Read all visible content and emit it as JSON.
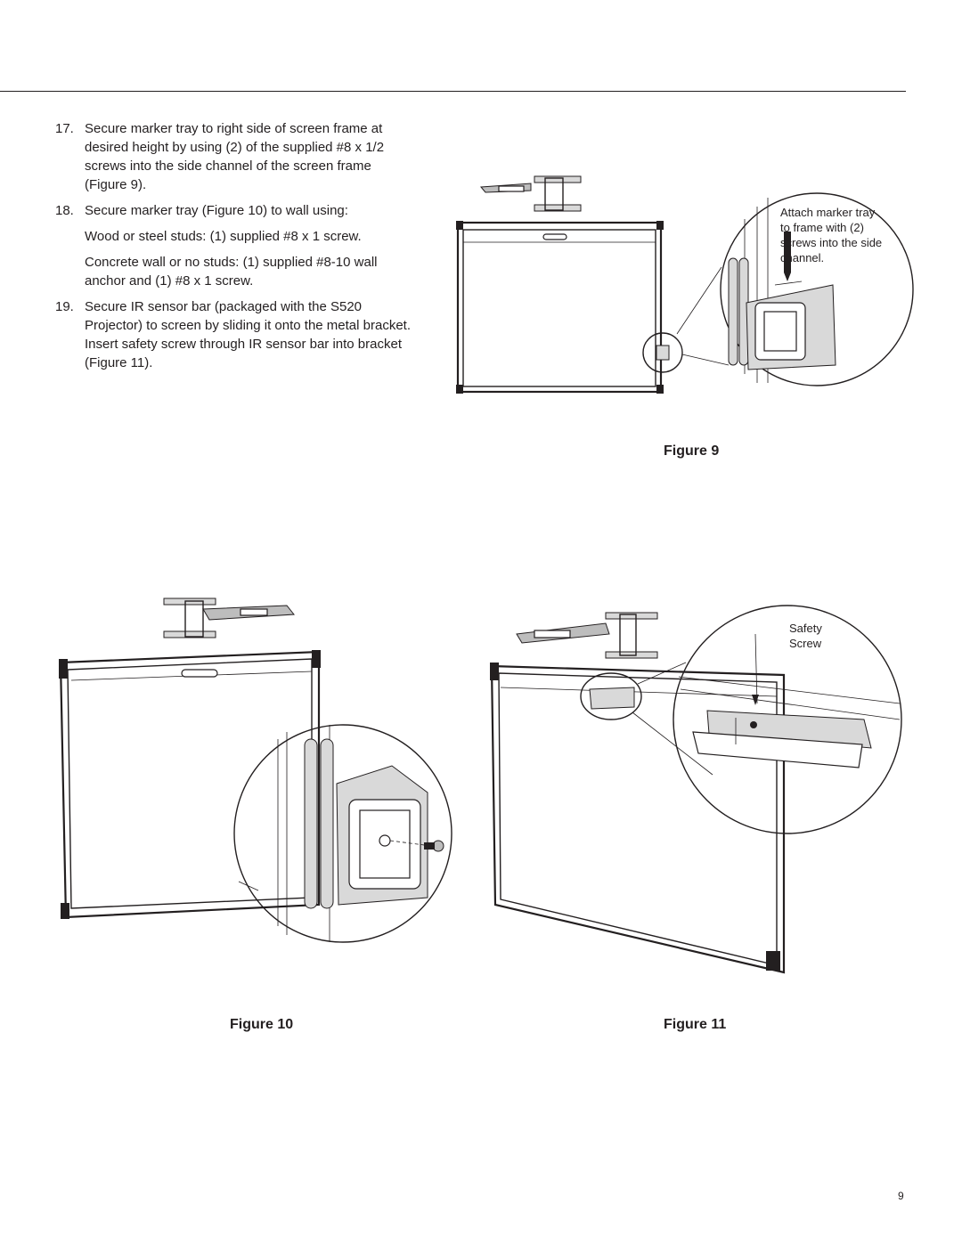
{
  "steps": [
    {
      "number": "17.",
      "text": "Secure marker tray to right side of screen frame at desired height by using (2) of the supplied #8 x 1/2   screws into the side channel of the screen frame (Figure 9)."
    },
    {
      "number": "18.",
      "text": "Secure marker tray (Figure 10) to wall using:",
      "sub": [
        "Wood or steel studs: (1) supplied #8 x 1   screw.",
        "Concrete wall or no studs: (1) supplied #8-10 wall anchor and (1) #8 x 1   screw."
      ]
    },
    {
      "number": "19.",
      "text": "Secure IR sensor bar (packaged with the S520 Projector) to screen by sliding it onto the metal bracket. Insert safety screw through IR sensor bar into bracket (Figure 11)."
    }
  ],
  "figures": {
    "fig9": {
      "caption": "Figure 9",
      "callout": "Attach marker tray to frame with (2) screws into the side channel."
    },
    "fig10": {
      "caption": "Figure 10"
    },
    "fig11": {
      "caption": "Figure 11",
      "callout": "Safety Screw"
    }
  },
  "page_number": "9"
}
